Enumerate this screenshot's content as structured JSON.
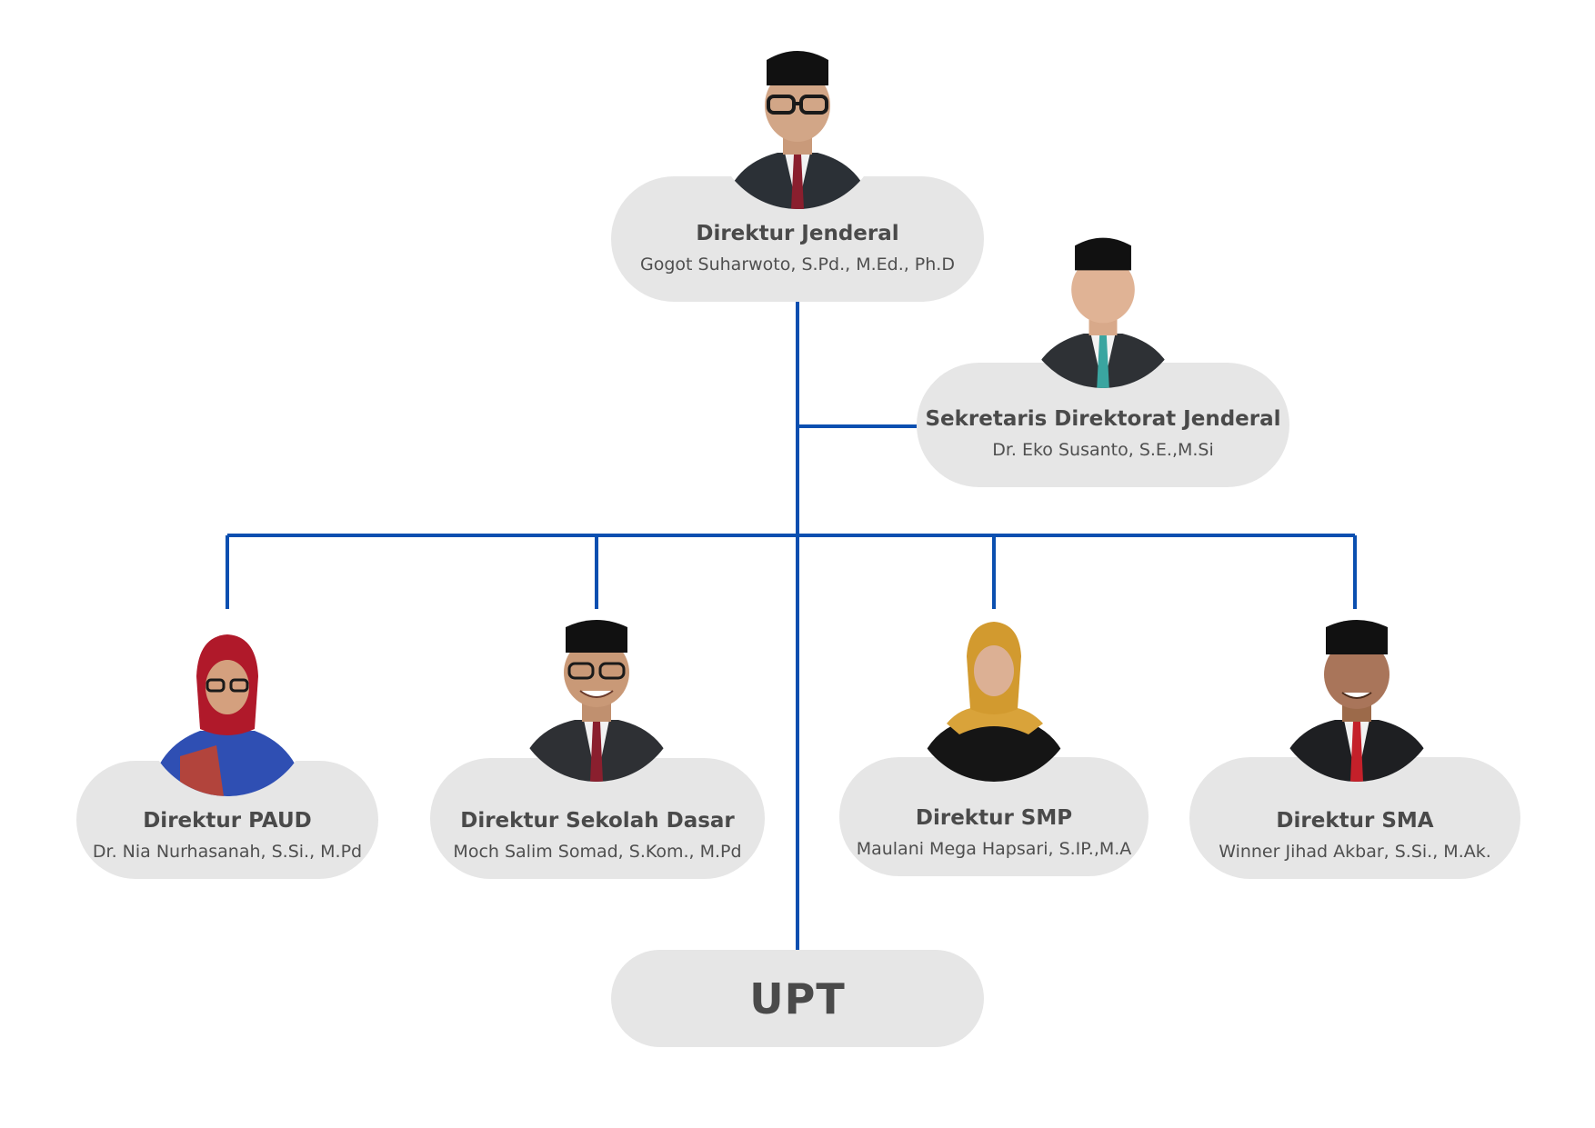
{
  "colors": {
    "connector": "#0b4fb0",
    "pill": "#e6e6e6",
    "text": "#4a4a4a"
  },
  "director_general": {
    "role": "Direktur Jenderal",
    "name": "Gogot Suharwoto, S.Pd., M.Ed., Ph.D"
  },
  "secretary": {
    "role": "Sekretaris Direktorat Jenderal",
    "name": "Dr. Eko Susanto, S.E.,M.Si"
  },
  "directors": [
    {
      "role": "Direktur PAUD",
      "name": "Dr. Nia Nurhasanah, S.Si., M.Pd"
    },
    {
      "role": "Direktur Sekolah Dasar",
      "name": "Moch Salim Somad, S.Kom., M.Pd"
    },
    {
      "role": "Direktur SMP",
      "name": "Maulani Mega Hapsari, S.IP.,M.A"
    },
    {
      "role": "Direktur SMA",
      "name": "Winner Jihad Akbar, S.Si., M.Ak."
    }
  ],
  "upt": {
    "label": "UPT"
  }
}
